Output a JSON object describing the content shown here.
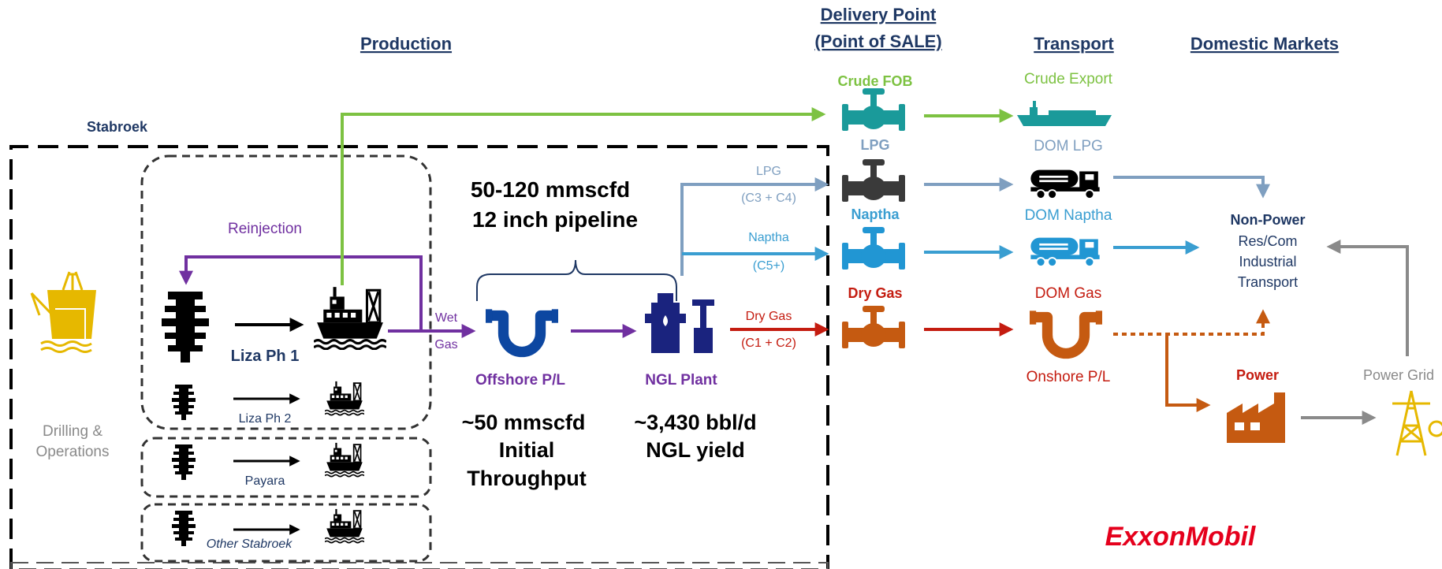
{
  "headers": {
    "production": "Production",
    "delivery_line1": "Delivery Point",
    "delivery_line2": "(Point of SALE)",
    "transport": "Transport",
    "domestic": "Domestic Markets"
  },
  "stabroek_label": "Stabroek",
  "reinjection_label": "Reinjection",
  "drilling": {
    "line1": "Drilling &",
    "line2": "Operations"
  },
  "projects": {
    "liza1": "Liza Ph 1",
    "liza2": "Liza Ph 2",
    "payara": "Payara",
    "other": "Other Stabroek"
  },
  "wet_gas": {
    "line1": "Wet",
    "line2": "Gas"
  },
  "pipeline_spec": {
    "line1": "50-120 mmscfd",
    "line2": "12 inch pipeline"
  },
  "offshore_pl_label": "Offshore P/L",
  "ngl_plant_label": "NGL Plant",
  "throughput": {
    "line1": "~50 mmscfd",
    "line2": "Initial",
    "line3": "Throughput"
  },
  "ngl_yield": {
    "line1": "~3,430 bbl/d",
    "line2": "NGL yield"
  },
  "streams": {
    "lpg": "LPG",
    "lpg_comp": "(C3 + C4)",
    "naptha": "Naptha",
    "naptha_comp": "(C5+)",
    "dry_gas": "Dry Gas",
    "dry_gas_comp": "(C1 + C2)"
  },
  "delivery_points": {
    "crude_fob": "Crude FOB",
    "lpg": "LPG",
    "naptha": "Naptha",
    "dry_gas": "Dry Gas"
  },
  "transport_items": {
    "crude_export": "Crude Export",
    "dom_lpg": "DOM LPG",
    "dom_naptha": "DOM Naptha",
    "dom_gas": "DOM Gas",
    "onshore_pl": "Onshore P/L"
  },
  "markets": {
    "non_power": "Non-Power",
    "res_com": "Res/Com",
    "industrial": "Industrial",
    "transport": "Transport",
    "power": "Power",
    "power_grid": "Power Grid"
  },
  "brand_text": "ExxonMobil",
  "colors": {
    "crude": "#7dc242",
    "lpg": "#7f9fc0",
    "naptha": "#3a9ed1",
    "gas": "#c55a11",
    "gas_dark": "#c41c10",
    "purple": "#7030a0",
    "navy": "#1f3864",
    "teal": "#1a9a9a",
    "grey": "#8a8a8a",
    "gold": "#e6b800",
    "brand_red": "#e5001c"
  },
  "icons": [
    "drilling-rig-icon",
    "wellhead-icon",
    "fpso-icon",
    "pipeline-icon",
    "ngl-plant-icon",
    "valve-icon",
    "tanker-ship-icon",
    "tank-truck-icon",
    "factory-icon",
    "transmission-tower-icon",
    "light-bulb-icon"
  ]
}
